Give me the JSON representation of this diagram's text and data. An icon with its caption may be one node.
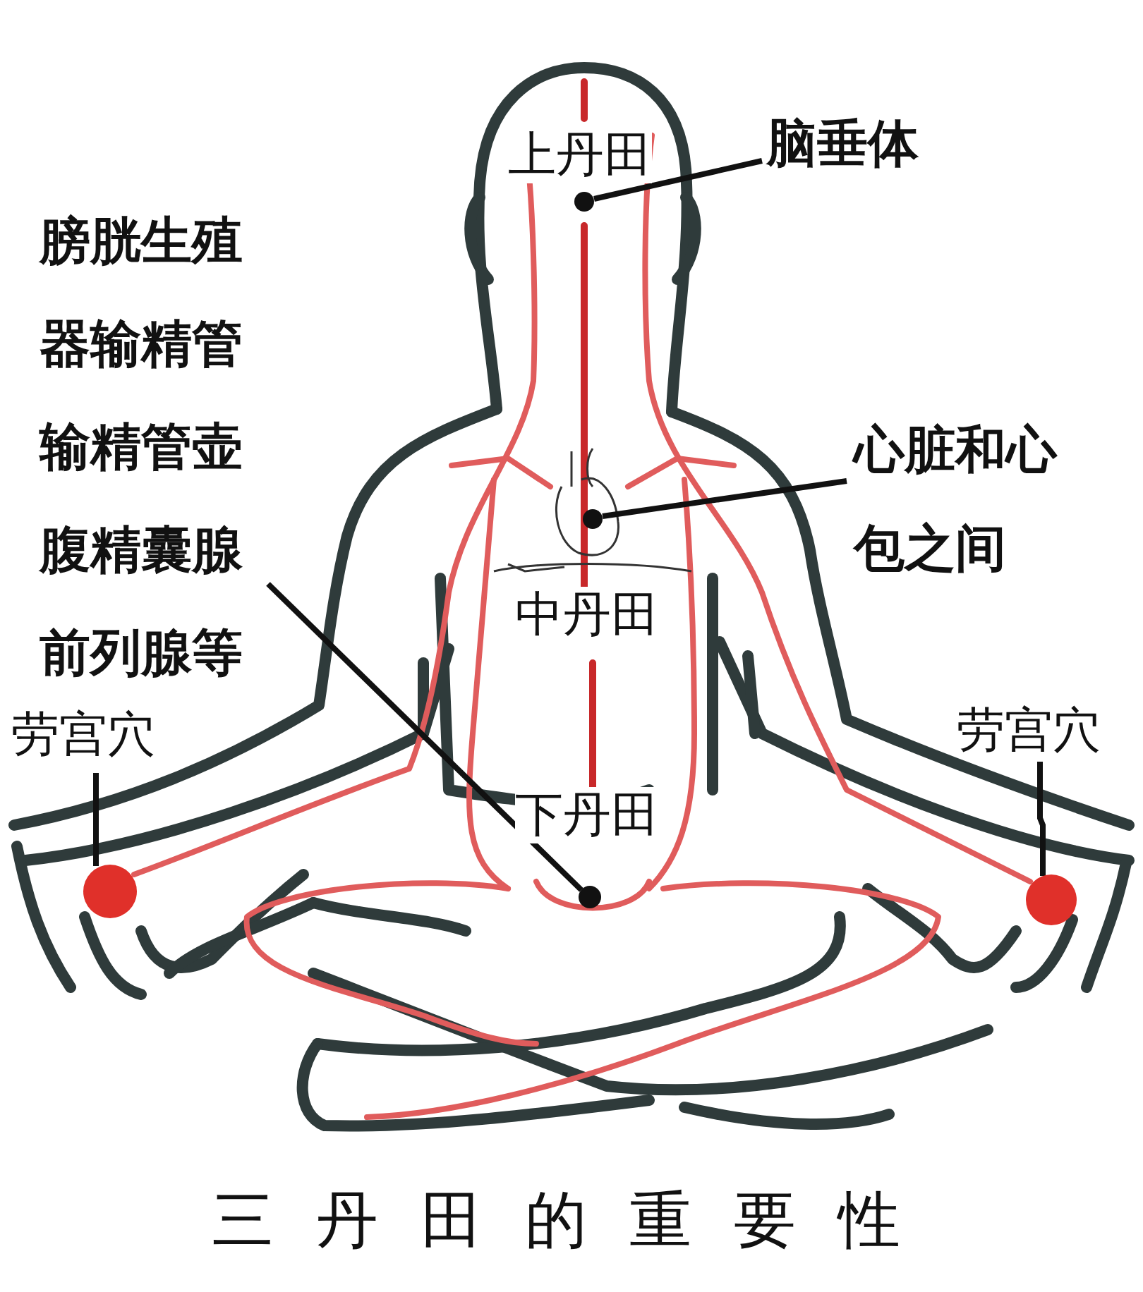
{
  "diagram": {
    "caption": "三丹田的重要性",
    "nodes": [
      {
        "text": [
          "脑垂体"
        ]
      },
      {
        "text": [],
        "shape": "circle"
      },
      {
        "text": [
          "心脏和心包之间"
        ]
      },
      {
        "text": [],
        "shape": "circle"
      },
      {
        "text": [
          "膀胱生殖器输精管输精管壶腹精囊腺前列腺等"
        ]
      },
      {
        "text": [],
        "shape": "circle"
      },
      {
        "text": [
          "劳宫穴"
        ]
      },
      {
        "text": [],
        "shape": "circle"
      },
      {
        "text": [
          "劳宫穴"
        ]
      },
      {
        "text": [],
        "shape": "circle"
      }
    ],
    "edges": [
      {
        "from": 0,
        "to": 1,
        "arrow": "none"
      },
      {
        "from": 2,
        "to": 3,
        "arrow": "none"
      },
      {
        "from": 4,
        "to": 5,
        "arrow": "none"
      },
      {
        "from": 6,
        "to": 7,
        "arrow": "none"
      },
      {
        "from": 8,
        "to": 9,
        "arrow": "none"
      }
    ],
    "labels": [
      "上丹田",
      "中丹田",
      "下丹田"
    ]
  }
}
